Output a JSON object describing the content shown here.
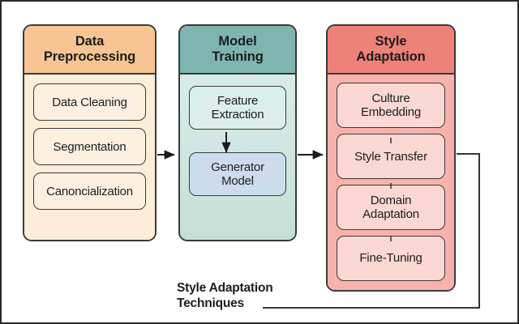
{
  "diagram": {
    "title_caption": {
      "line1": "Style Adaptation",
      "line2": "Techniques"
    },
    "columns": [
      {
        "id": "preprocessing",
        "header_line1": "Data",
        "header_line2": "Preprocessing",
        "header_color": "#f8c494",
        "body_color": "#fdeed9",
        "cards": [
          {
            "line1": "Data Cleaning",
            "line2": "",
            "color": "#fdf0e0"
          },
          {
            "line1": "Segmentation",
            "line2": "",
            "color": "#fdf0e0"
          },
          {
            "line1": "Canoncialization",
            "line2": "",
            "color": "#fdf0e0"
          }
        ]
      },
      {
        "id": "training",
        "header_line1": "Model",
        "header_line2": "Training",
        "header_color": "#7fb5b0",
        "body_color": "#cfe5e0",
        "cards": [
          {
            "line1": "Feature",
            "line2": "Extraction",
            "color": "#dbeeec"
          },
          {
            "line1": "Generator",
            "line2": "Model",
            "color": "#ccdcec"
          }
        ]
      },
      {
        "id": "style",
        "header_line1": "Style",
        "header_line2": "Adaptation",
        "header_color": "#ee8278",
        "body_color": "#f8b2ab",
        "cards": [
          {
            "line1": "Culture",
            "line2": "Embedding",
            "color": "#fbd8d3"
          },
          {
            "line1": "Style Transfer",
            "line2": "",
            "color": "#fbd8d3"
          },
          {
            "line1": "Domain",
            "line2": "Adaptation",
            "color": "#fbd8d3"
          },
          {
            "line1": "Fine-Tuning",
            "line2": "",
            "color": "#fbd8d3"
          }
        ]
      }
    ],
    "connectors": {
      "arrow_stroke": "#1d1d1d",
      "line_stroke": "#1d1d1d"
    }
  }
}
